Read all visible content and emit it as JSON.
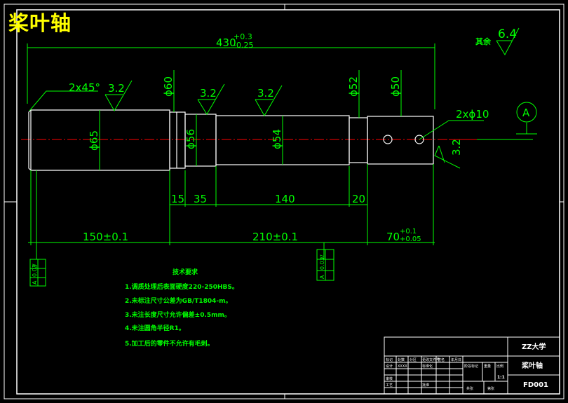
{
  "drawing": {
    "title": "桨叶轴",
    "colors": {
      "background": "#000000",
      "geometry": "#ffffff",
      "dimension": "#00ff00",
      "centerline": "#ff0000",
      "title": "#ffff00"
    },
    "dimensions": {
      "overall_length": "430",
      "overall_tol_upper": "+0.3",
      "overall_tol_lower": "-0.25",
      "chamfer": "2x45°",
      "dia_65": "ϕ65",
      "dia_60": "ϕ60",
      "dia_56": "ϕ56",
      "dia_54": "ϕ54",
      "dia_52": "ϕ52",
      "dia_50": "ϕ50",
      "holes": "2xϕ10",
      "len_15": "15",
      "len_35": "35",
      "len_140": "140",
      "len_20": "20",
      "len_150": "150±0.1",
      "len_210": "210±0.1",
      "len_70": "70",
      "len_70_tol_upper": "+0.1",
      "len_70_tol_lower": "+0.05"
    },
    "roughness": {
      "r1": "3.2",
      "r2": "3.2",
      "r3": "3.2",
      "r4": "3.2",
      "rest_label": "其余",
      "rest_value": "6.4"
    },
    "datum": {
      "label": "A"
    },
    "tolerance_frames": {
      "left": [
        "//",
        "0.03",
        "A"
      ],
      "mid": [
        "//",
        "0.03",
        "A"
      ]
    },
    "tech_requirements": {
      "heading": "技术要求",
      "items": [
        "1.调质处理后表面硬度220-250HBS。",
        "2.未标注尺寸公差为GB/T1804-m。",
        "3.未注长度尺寸允许偏差±0.5mm。",
        "4.未注圆角半径R1。",
        "5.加工后的零件不允许有毛刺。"
      ]
    },
    "title_block": {
      "school": "ZZ大学",
      "part_name": "桨叶轴",
      "drawing_no": "FD001",
      "scale": "1:1",
      "cells": [
        "标记",
        "处数",
        "分区",
        "更改文件号",
        "签名",
        "年月日",
        "设计",
        "XXXX",
        "标准化",
        "阶段标记",
        "重量",
        "比例",
        "审核",
        "工艺",
        "批准",
        "共张",
        "第张"
      ]
    }
  }
}
